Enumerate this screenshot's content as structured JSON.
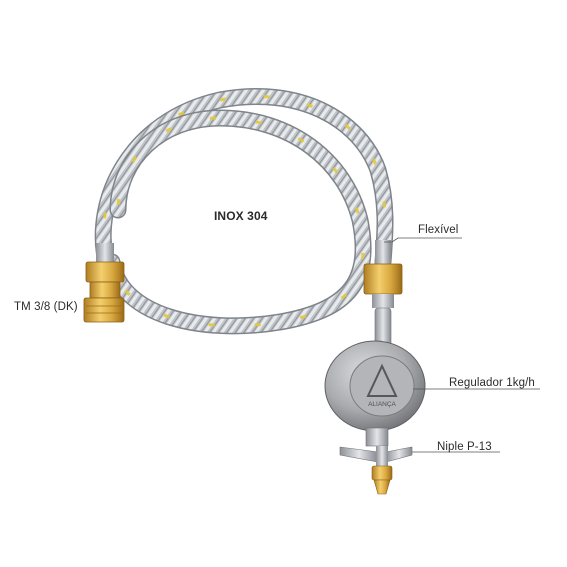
{
  "product": {
    "labels": {
      "material": "INOX 304",
      "hose": "Flexível",
      "connector": "TM 3/8 (DK)",
      "regulator": "Regulador 1kg/h",
      "nipple": "Niple P-13"
    },
    "regulator_brand": "ALIANÇA"
  },
  "colors": {
    "background": "#ffffff",
    "hose_steel": "#b9bdc2",
    "hose_tracer": "#e2c93a",
    "brass": "#d7a640",
    "regulator_body": "#a7a9ab",
    "leader_line": "#555555",
    "label_text": "#2b2b2b"
  }
}
